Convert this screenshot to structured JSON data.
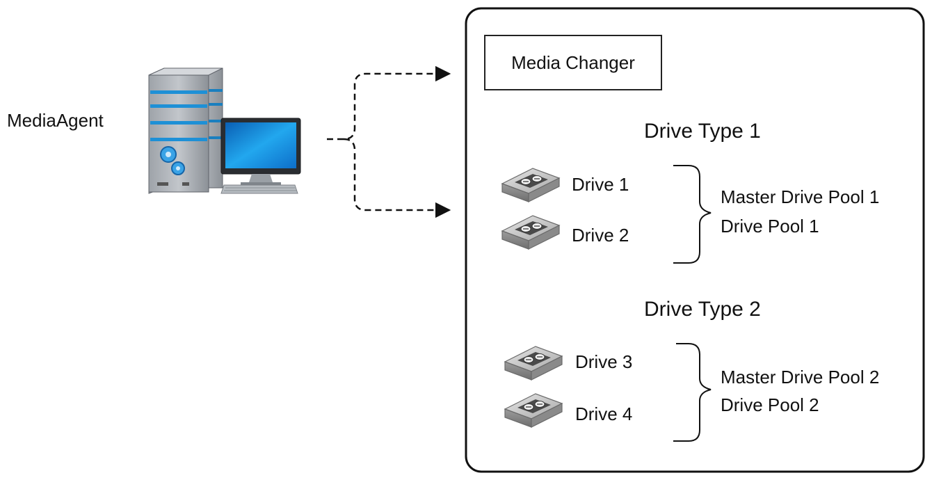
{
  "media_agent": {
    "label": "MediaAgent",
    "icon": "server-computer-icon"
  },
  "library": {
    "media_changer_label": "Media Changer",
    "drive_types": [
      {
        "label": "Drive Type 1",
        "drives": [
          "Drive 1",
          "Drive 2"
        ],
        "pool_labels": [
          "Master Drive Pool 1",
          "Drive Pool 1"
        ]
      },
      {
        "label": "Drive Type 2",
        "drives": [
          "Drive 3",
          "Drive 4"
        ],
        "pool_labels": [
          "Master Drive Pool 2",
          "Drive Pool 2"
        ]
      }
    ]
  },
  "connector": {
    "style": "dashed",
    "color": "#111111"
  },
  "colors": {
    "accent_blue": "#1e90d6",
    "tower_gray": "#8a8f96",
    "drive_gray": "#9a9a9a"
  }
}
